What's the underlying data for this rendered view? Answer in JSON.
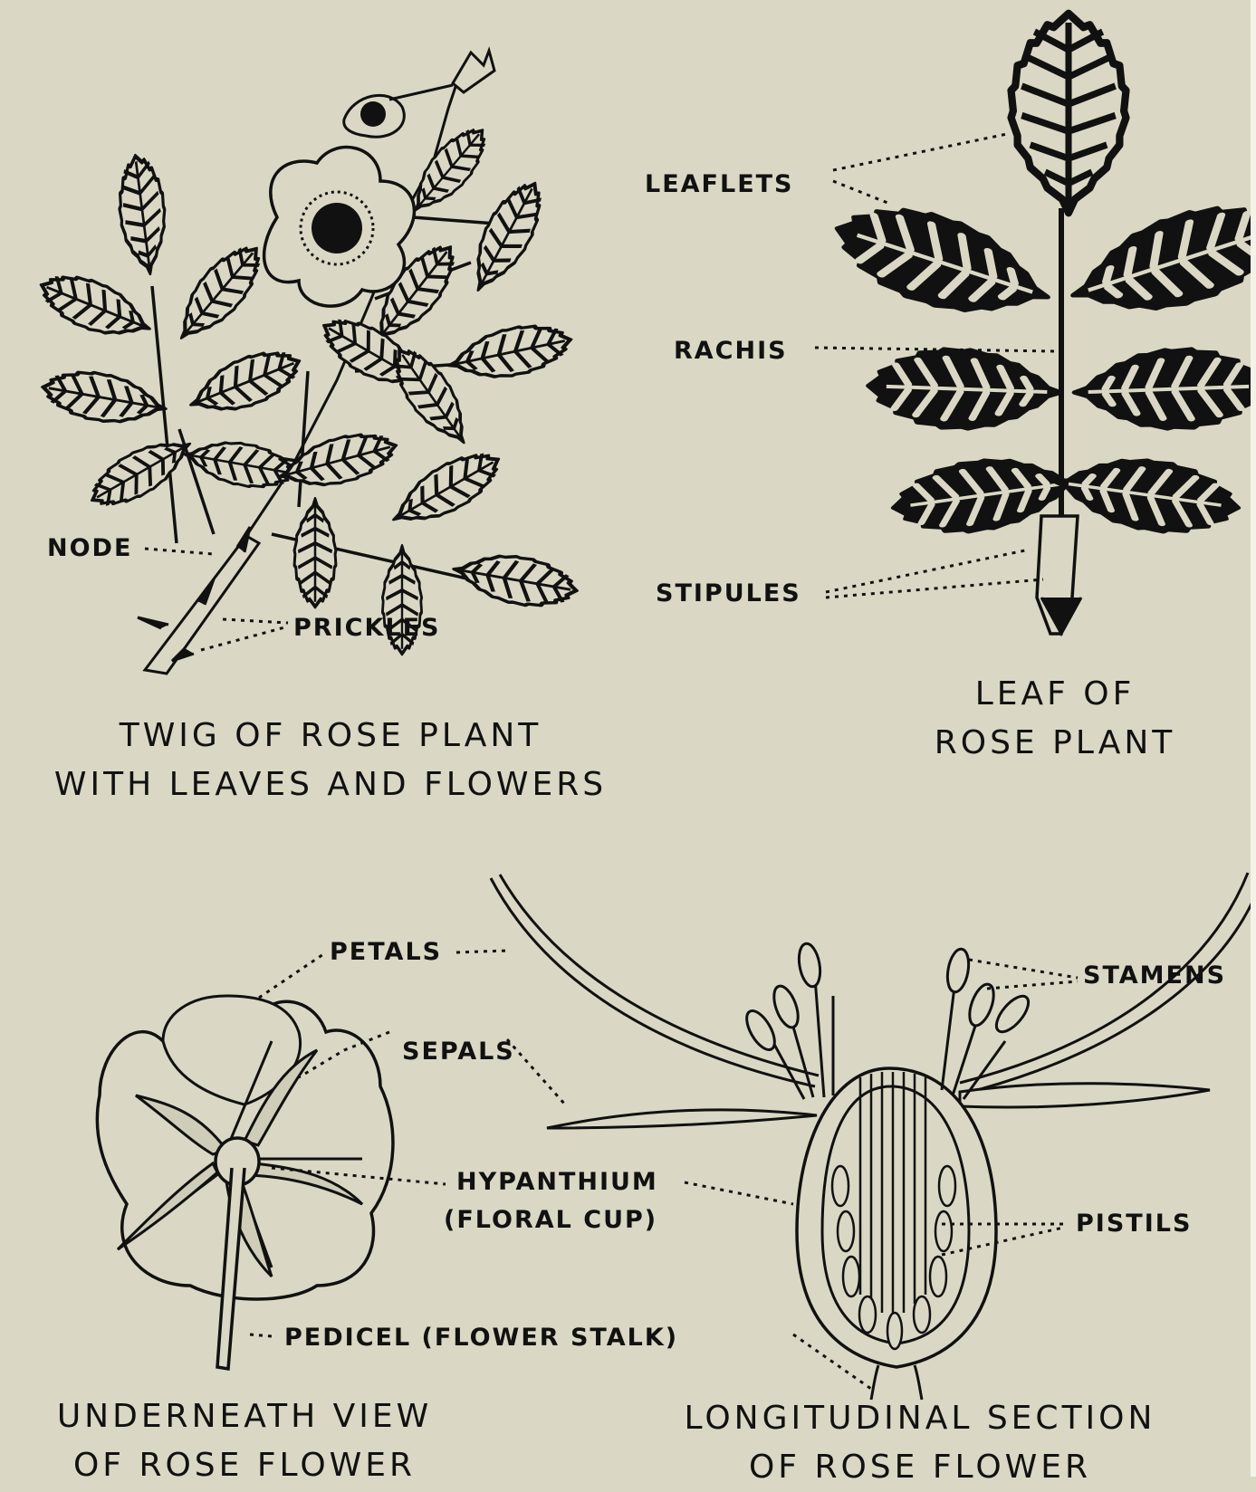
{
  "colors": {
    "paper": "#dad8c4",
    "ink": "#111111"
  },
  "twig": {
    "labels": {
      "node": "NODE",
      "prickles": "PRICKLES"
    },
    "caption": {
      "line1": "TWIG OF ROSE PLANT",
      "line2": "WITH LEAVES AND FLOWERS"
    }
  },
  "leaf": {
    "labels": {
      "leaflets": "LEAFLETS",
      "rachis": "RACHIS",
      "stipules": "STIPULES"
    },
    "caption": {
      "line1": "LEAF OF",
      "line2": "ROSE PLANT"
    }
  },
  "underneath": {
    "labels": {
      "petals": "PETALS",
      "sepals": "SEPALS",
      "hypanthium": "HYPANTHIUM",
      "floral_cup": "(FLORAL CUP)",
      "pedicel": "PEDICEL (FLOWER STALK)"
    },
    "caption": {
      "line1": "UNDERNEATH VIEW",
      "line2": "OF ROSE FLOWER"
    }
  },
  "section": {
    "labels": {
      "stamens": "STAMENS",
      "pistils": "PISTILS"
    },
    "caption": {
      "line1": "LONGITUDINAL SECTION",
      "line2": "OF ROSE FLOWER"
    }
  }
}
